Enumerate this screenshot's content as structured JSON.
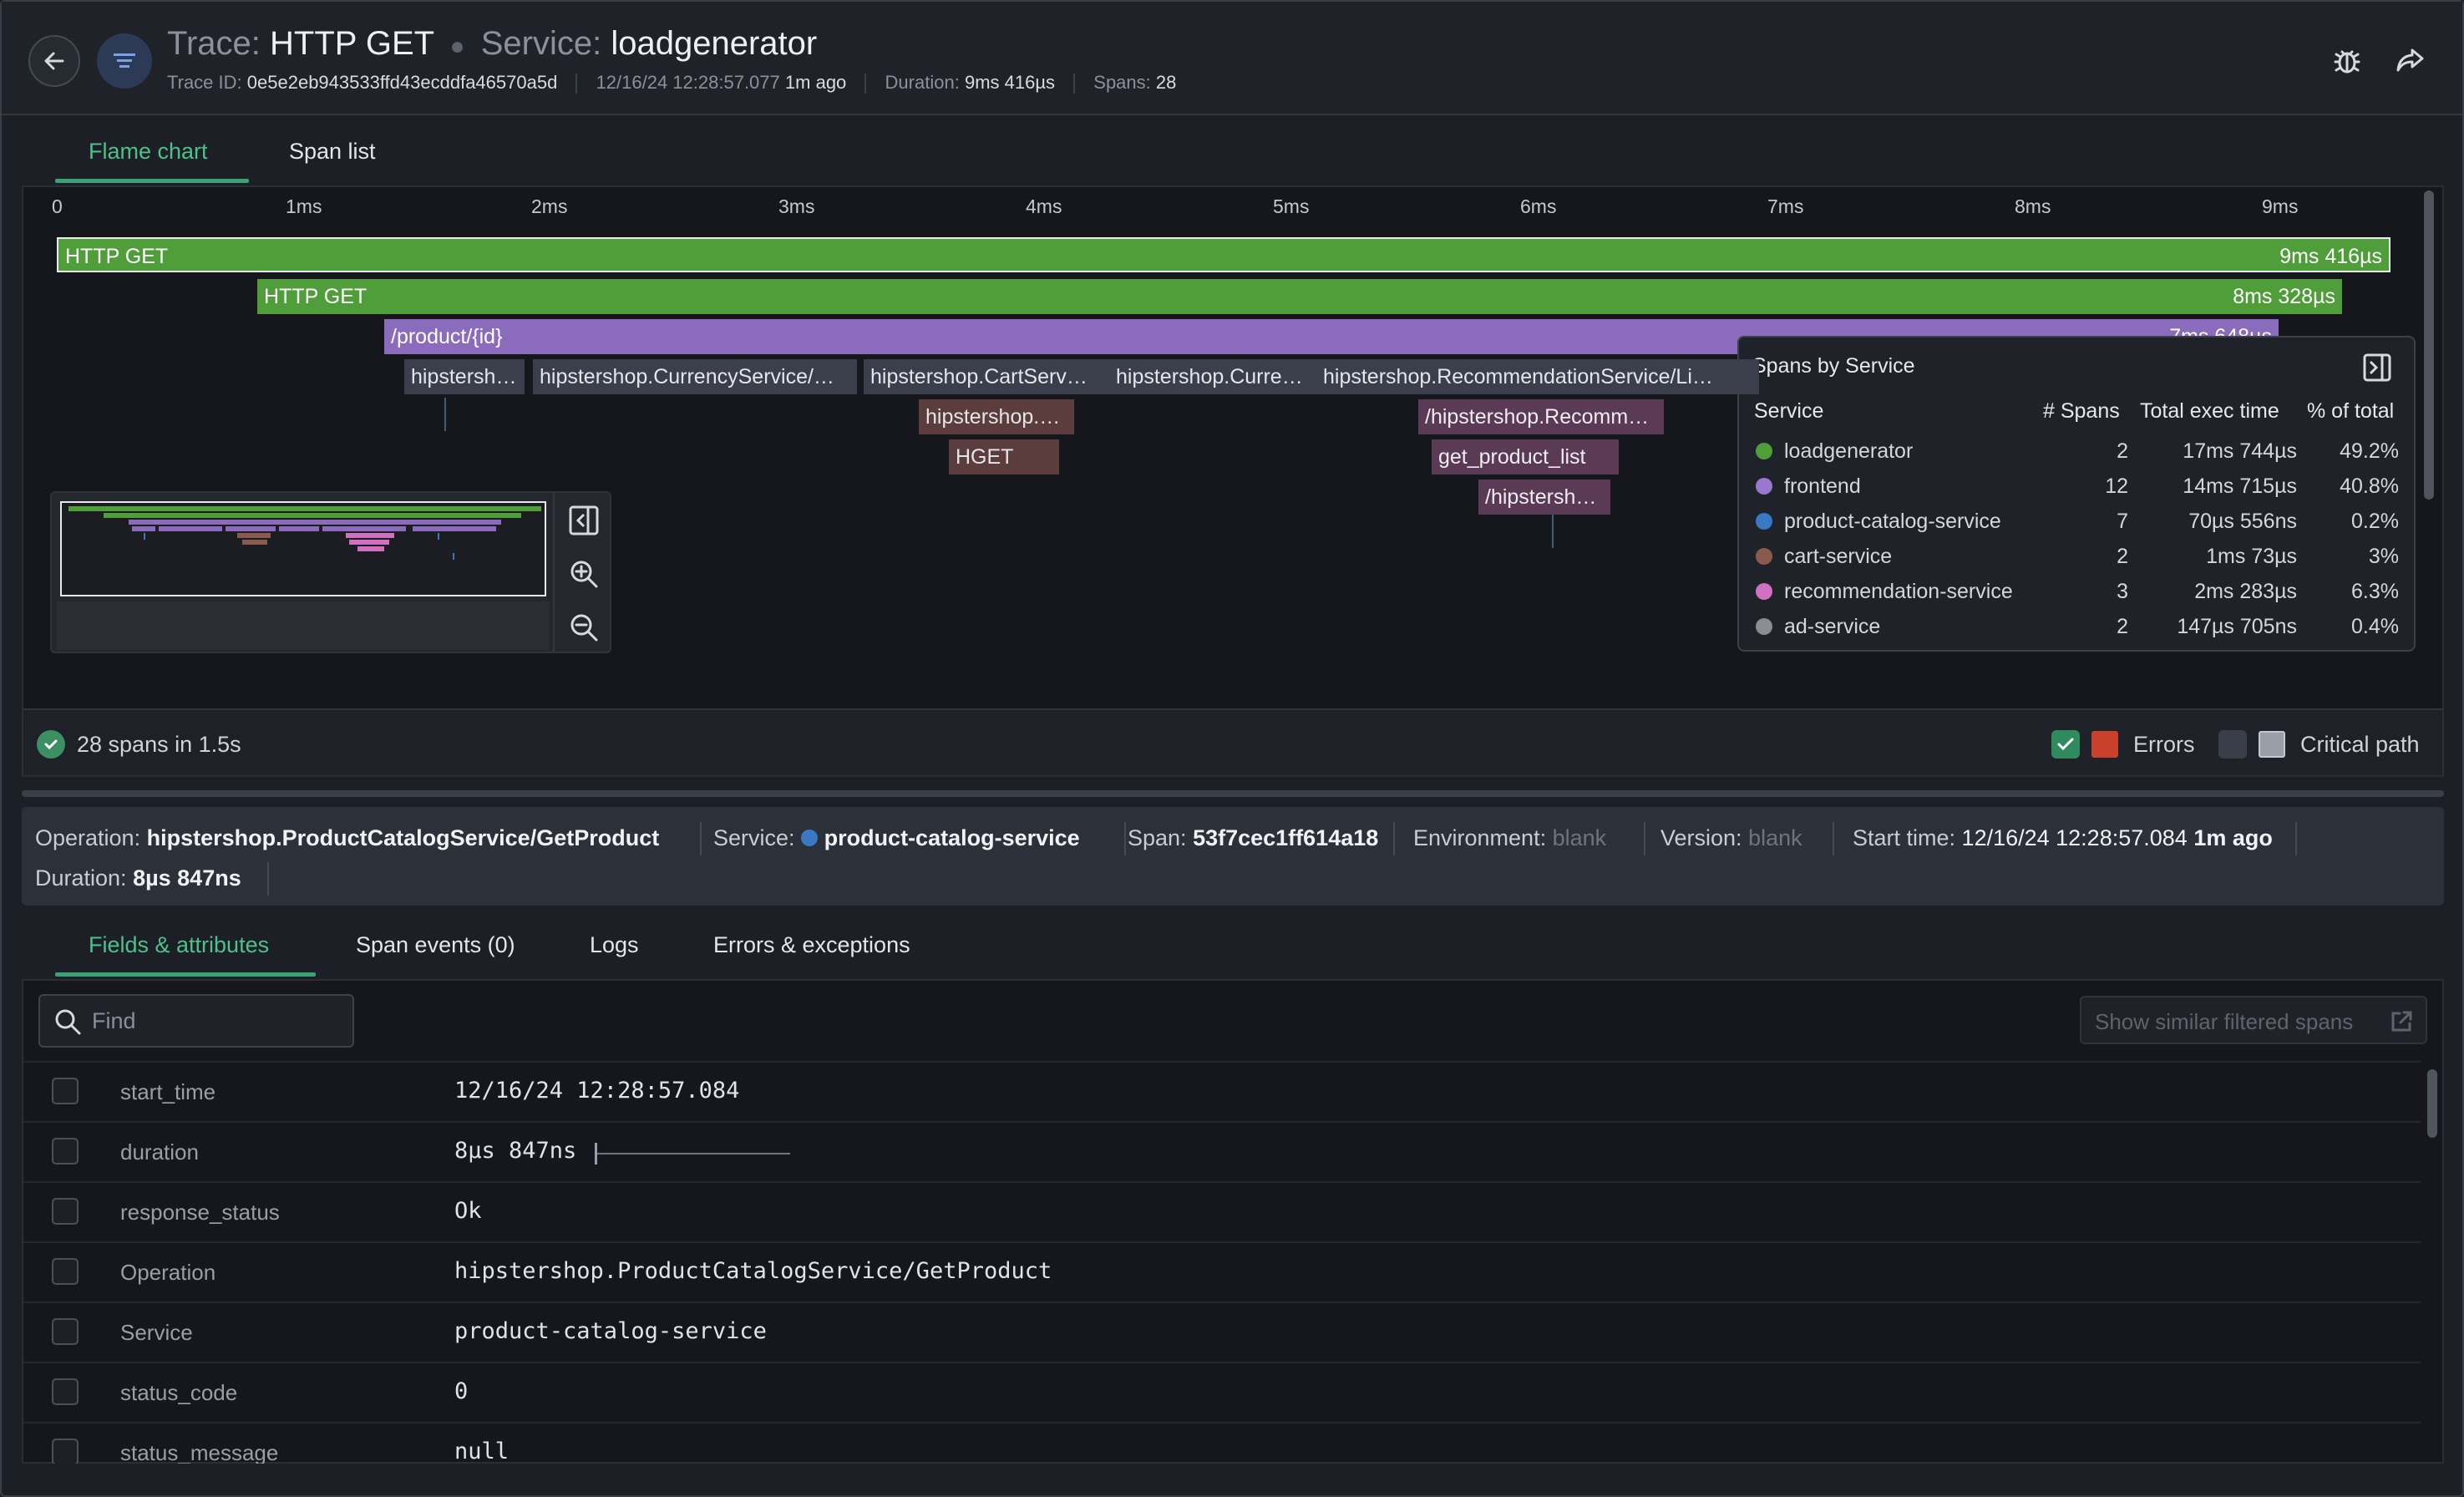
{
  "header": {
    "trace_label": "Trace:",
    "trace_name": "HTTP GET",
    "service_label": "Service:",
    "service_name": "loadgenerator",
    "trace_id_label": "Trace ID:",
    "trace_id": "0e5e2eb943533ffd43ecddfa46570a5d",
    "timestamp": "12/16/24 12:28:57.077",
    "ago": "1m ago",
    "duration_label": "Duration:",
    "duration": "9ms 416µs",
    "spans_label": "Spans:",
    "spans": "28"
  },
  "top_tabs": {
    "flame": "Flame chart",
    "list": "Span list"
  },
  "ticks": [
    "0",
    "1ms",
    "2ms",
    "3ms",
    "4ms",
    "5ms",
    "6ms",
    "7ms",
    "8ms",
    "9ms"
  ],
  "bars": {
    "root": {
      "label": "HTTP GET",
      "dur": "9ms 416µs"
    },
    "child": {
      "label": "HTTP GET",
      "dur": "8ms 328µs"
    },
    "product": {
      "label": "/product/{id}",
      "dur": "7ms 648µs"
    },
    "s1": "hipstersh…",
    "s2": "hipstershop.CurrencyService/…",
    "s3": "hipstershop.CartServ…",
    "s4": "hipstershop.Curre…",
    "s5": "hipstershop.RecommendationService/Li…",
    "s6": "hipstershop.…",
    "s7": "HGET",
    "s8": "/hipstershop.Recomm…",
    "s9": "get_product_list",
    "s10": "/hipstersh…"
  },
  "legend": {
    "title": "Spans by Service",
    "headers": {
      "service": "Service",
      "spans": "# Spans",
      "exec": "Total exec time",
      "pct": "% of total"
    },
    "rows": [
      {
        "name": "loadgenerator",
        "spans": "2",
        "exec": "17ms 744µs",
        "pct": "49.2%",
        "color": "#4f9e3a"
      },
      {
        "name": "frontend",
        "spans": "12",
        "exec": "14ms 715µs",
        "pct": "40.8%",
        "color": "#9b78d0"
      },
      {
        "name": "product-catalog-service",
        "spans": "7",
        "exec": "70µs 556ns",
        "pct": "0.2%",
        "color": "#3a78c4"
      },
      {
        "name": "cart-service",
        "spans": "2",
        "exec": "1ms 73µs",
        "pct": "3%",
        "color": "#8a5a4e"
      },
      {
        "name": "recommendation-service",
        "spans": "3",
        "exec": "2ms 283µs",
        "pct": "6.3%",
        "color": "#d070c0"
      },
      {
        "name": "ad-service",
        "spans": "2",
        "exec": "147µs 705ns",
        "pct": "0.4%",
        "color": "#8a8d94"
      }
    ]
  },
  "status": {
    "text": "28 spans in 1.5s",
    "errors": "Errors",
    "critical": "Critical path"
  },
  "span_info": {
    "operation_label": "Operation:",
    "operation": "hipstershop.ProductCatalogService/GetProduct",
    "service_label": "Service:",
    "service": "product-catalog-service",
    "span_label": "Span:",
    "span": "53f7cec1ff614a18",
    "env_label": "Environment:",
    "env": "blank",
    "version_label": "Version:",
    "version": "blank",
    "start_label": "Start time:",
    "start": "12/16/24 12:28:57.084",
    "start_ago": "1m ago",
    "duration_label": "Duration:",
    "duration": "8µs 847ns"
  },
  "detail_tabs": {
    "fields": "Fields & attributes",
    "events": "Span events (0)",
    "logs": "Logs",
    "errors": "Errors & exceptions"
  },
  "find": {
    "placeholder": "Find"
  },
  "similar_button": "Show similar filtered spans",
  "attributes": [
    {
      "key": "start_time",
      "value": "12/16/24 12:28:57.084"
    },
    {
      "key": "duration",
      "value": "8µs 847ns"
    },
    {
      "key": "response_status",
      "value": "Ok"
    },
    {
      "key": "Operation",
      "value": "hipstershop.ProductCatalogService/GetProduct"
    },
    {
      "key": "Service",
      "value": "product-catalog-service"
    },
    {
      "key": "status_code",
      "value": "0"
    },
    {
      "key": "status_message",
      "value": "null"
    }
  ],
  "colors": {
    "accent": "#4fc08a",
    "loadgenerator": "#4f9e3a",
    "frontend": "#8b6cbc",
    "error": "#c8402a"
  }
}
